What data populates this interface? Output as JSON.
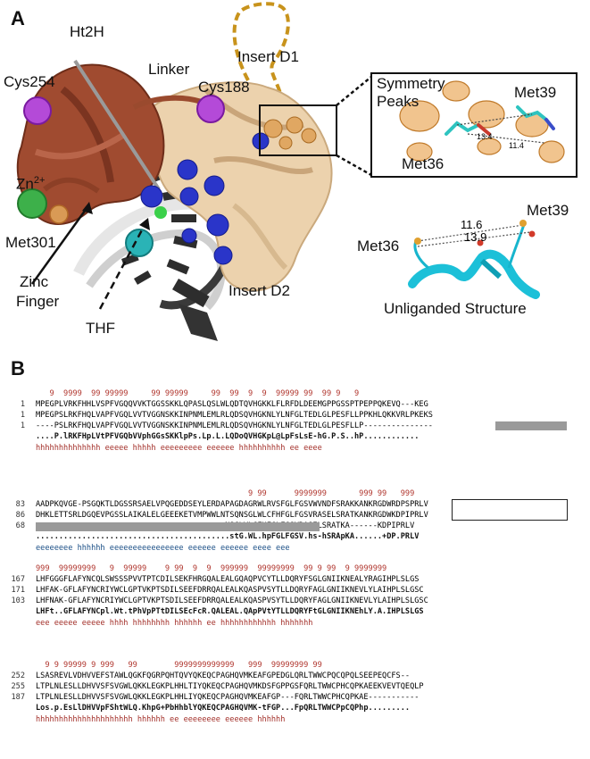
{
  "panel_a": {
    "letter": "A",
    "labels": {
      "ht2h": "Ht2H",
      "cys254": "Cys254",
      "linker": "Linker",
      "insert_d1": "Insert D1",
      "cys188": "Cys188",
      "zn": "Zn",
      "zn_sup": "2+",
      "met301": "Met301",
      "zinc_finger_1": "Zinc",
      "zinc_finger_2": "Finger",
      "thf": "THF",
      "insert_d2": "Insert D2",
      "symmetry_1": "Symmetry",
      "symmetry_2": "Peaks",
      "met39_inset": "Met39",
      "met36_inset": "Met36",
      "dist_134": "13.4",
      "dist_114": "11.4",
      "met39_ul": "Met39",
      "met36_ul": "Met36",
      "dist_116": "11.6",
      "dist_139": "13.9",
      "unliganded": "Unliganded Structure"
    }
  },
  "panel_b": {
    "letter": "B",
    "blocks": [
      {
        "nines": "   9  9999  99 99999     99 99999     99  99  9  9  99999 99  99 9   9",
        "rows": [
          {
            "num": "1",
            "seq": "MPEGPLVRKFHHLVSPFVGQQVVKTGGSSKKLQPASLQSLWLQDTQVHGKKLFLRFDLDEEMGPPGSSPTPEPPQKEVQ---KEG"
          },
          {
            "num": "1",
            "seq": "MPEGPSLRKFHQLVAPFVGQLVVTVGGNSKKINPNMLEMLRLQDSQVHGKNLYLNFGLTEDLGLPESFLLPPKHLQKKVRLPKEKS"
          },
          {
            "num": "1",
            "seq": "----PSLRKFHQLVAPFVGQLVVTVGGNSKKINPNMLEMLRLQDSQVHGKNLYLNFGLTEDLGLPESFLLP---------------"
          }
        ],
        "consensus": "....P.lRKFHpLVtPFVGQbVVphGGsSKKlpPs.Lp.L.LQDoQVHGKpL@LpFsLsE-hG.P.S..hP............",
        "ss": "hhhhhhhhhhhhhh eeeee hhhhh eeeeeeeee eeeeee hhhhhhhhhh ee eeee"
      },
      {
        "nines": "                                              9 99      9999999       999 99   999",
        "rows": [
          {
            "num": "83",
            "seq": "AADPKQVGE-PSGQKTLDGSSRSAELVPQGEDDSEYLERDAPAGDAGRWLRVSFGLFGSVWVNDFSRAKKANKRGDWRDPSPRLV"
          },
          {
            "num": "86",
            "seq": "DHKLETTSRLDGQEVPGSSLAIKALELGEEEKETVMPWWLNTSQNSGLWLCFHFGLFGSVRASELSRATKANKRGDWKDPIPRLV"
          },
          {
            "num": "68",
            "seq": "-----------------------------------------NSGLWLCFHFGLFGSVRASELSRATKA------KDPIPRLV"
          }
        ],
        "consensus": "..........................................stG.WL.hpFGLFGSV.hs-hSRApKA......+DP.PRLV",
        "ss": "eeeeeeee hhhhhh eeeeeeeeeeeeeeee eeeeee eeeeee eeee eee"
      },
      {
        "nines": "999  99999999   9  99999    9 99  9  9  999999  99999999  99 9 99  9 9999999",
        "rows": [
          {
            "num": "167",
            "seq": "LHFGGGFLAFYNCQLSWSSSPVVTPTCDILSEKFHRGQALEALGQAQPVCYTLLDQRYFSGLGNIIKNEALYRAGIHPLSLGS"
          },
          {
            "num": "171",
            "seq": "LHFAK-GFLAFYNCRIYWCLGPTVKPTSDILSEEFDRRQALEALKQASPVSYTLLDQRYFAGLGNIIKNEVLYLAIHPLSLGSC"
          },
          {
            "num": "103",
            "seq": "LHFNAK-GFLAFYNCRIYWCLGPTVKPTSDILSEEFDRRQALEALKQASPVSYTLLDQRYFAGLGNIIKNEVLYLAIHPLSLGSC"
          }
        ],
        "consensus": "LHFt..GFLAFYNCpl.Wt.tPhVpPTtDILSEcFcR.QALEAL.QApPVtYTLLDQRYFtGLGNIIKNEhLY.A.IHPLSLGS",
        "ss": "eee eeeee eeeee hhhh hhhhhhhh hhhhhh ee hhhhhhhhhhhh hhhhhhh"
      },
      {
        "nines": "  9 9 99999 9 999   99        9999999999999   999  99999999 99",
        "rows": [
          {
            "num": "252",
            "seq": "LSASREVLVDHVVEFSTAWLQGKFQGRPQHTQVYQKEQCPAGHQVMKEAFGPEDGLQRLTWWCPQCQPQLSEEPEQCFS--"
          },
          {
            "num": "255",
            "seq": "LTPLNLESLLDHVVSFSVGWLQKKLEGKPLHHLTIYQKEQCPAGHQVMKDSFGPPGSFQRLTWWCPHCQPKAEEKVEVTQEQLP"
          },
          {
            "num": "187",
            "seq": "LTPLNLESLLDHVVSFSVGWLQKKLEGKPLHHLIYQKEQCPAGHQVMKEAFGP---FQRLTWWCPHCQPKAE-----------"
          }
        ],
        "consensus": "Los.p.EsLlDHVVpFShtWLQ.KhpG+PbHhblYQKEQCPAGHQVMK-tFGP...FpQRLTWWCPpCQPhp.........",
        "ss": "hhhhhhhhhhhhhhhhhhhhh hhhhhh ee eeeeeeee eeeeee hhhhhh"
      }
    ]
  }
}
